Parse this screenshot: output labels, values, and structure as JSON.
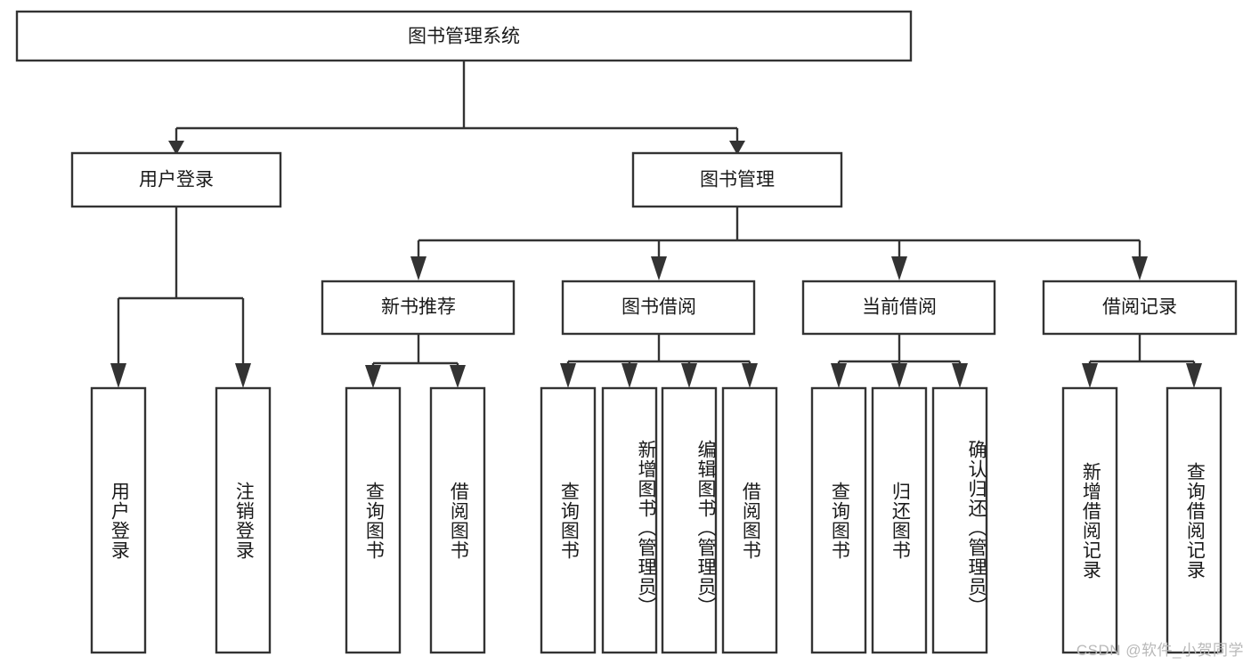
{
  "diagram": {
    "title": "图书管理系统",
    "type": "tree",
    "orientation": "top-down",
    "root": {
      "label": "图书管理系统"
    },
    "level2": [
      {
        "label": "用户登录"
      },
      {
        "label": "图书管理"
      }
    ],
    "level3": [
      {
        "label": "新书推荐",
        "parent": "图书管理"
      },
      {
        "label": "图书借阅",
        "parent": "图书管理"
      },
      {
        "label": "当前借阅",
        "parent": "图书管理"
      },
      {
        "label": "借阅记录",
        "parent": "图书管理"
      }
    ],
    "leaves": {
      "user_login": [
        {
          "label": "用户登录"
        },
        {
          "label": "注销登录"
        }
      ],
      "new_book_recommend": [
        {
          "label": "查询图书"
        },
        {
          "label": "借阅图书"
        }
      ],
      "book_borrow": [
        {
          "label": "查询图书"
        },
        {
          "label": "新增图书（管理员）"
        },
        {
          "label": "编辑图书（管理员）"
        },
        {
          "label": "借阅图书"
        }
      ],
      "current_borrow": [
        {
          "label": "查询图书"
        },
        {
          "label": "归还图书"
        },
        {
          "label": "确认归还（管理员）"
        }
      ],
      "borrow_record": [
        {
          "label": "新增借阅记录"
        },
        {
          "label": "查询借阅记录"
        }
      ]
    }
  },
  "watermark": {
    "text": "CSDN @软件_小贺同学"
  },
  "colors": {
    "box_stroke": "#333333",
    "box_fill": "#ffffff",
    "text": "#1a1a1a",
    "watermark": "#b9b9b9",
    "background": "#ffffff"
  }
}
